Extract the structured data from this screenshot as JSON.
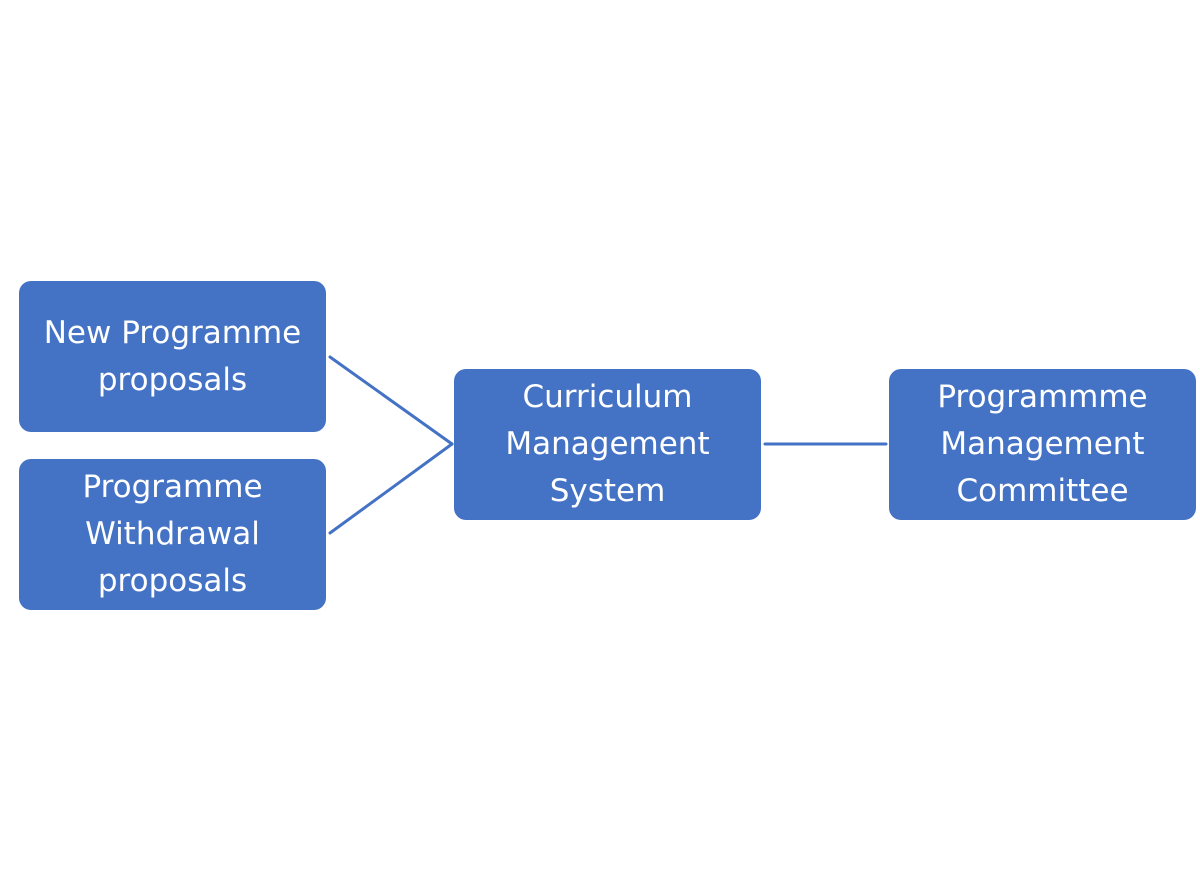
{
  "diagram": {
    "colors": {
      "node_fill": "#4472C4",
      "node_text": "#FFFFFF",
      "connector": "#4472C4",
      "background": "#FFFFFF"
    },
    "nodes": [
      {
        "id": "new-programme",
        "label": "New Programme\nproposals"
      },
      {
        "id": "withdrawal",
        "label": "Programme\nWithdrawal\nproposals"
      },
      {
        "id": "cms",
        "label": "Curriculum\nManagement\nSystem"
      },
      {
        "id": "pmc",
        "label": "Programmme\nManagement\nCommittee"
      }
    ],
    "edges": [
      {
        "from": "new-programme",
        "to": "cms"
      },
      {
        "from": "withdrawal",
        "to": "cms"
      },
      {
        "from": "cms",
        "to": "pmc"
      }
    ]
  }
}
